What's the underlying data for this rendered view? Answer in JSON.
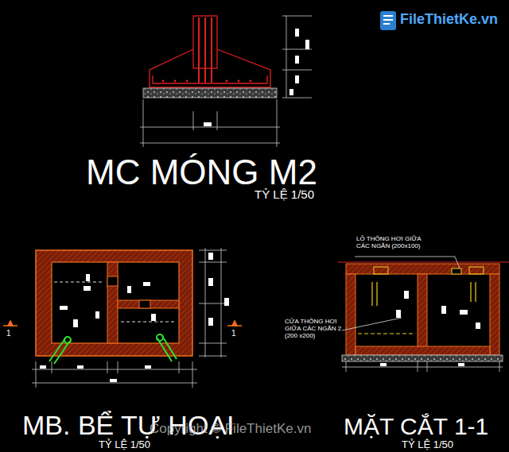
{
  "diagram": {
    "labels": [
      "FileThietKe.vn",
      "MC MÓNG M2",
      "TỶ LỆ 1/50",
      "LỖ THÔNG HƠI GIỮA CÁC NGĂN (200x100)",
      "1",
      "1",
      "CỬA THÔNG HƠI GIỮA CÁC NGĂN 2 (200 x200)",
      "MB. BỂ TỰ HOẠI",
      "MẶT CẮT 1-1",
      "Copyright © FileThietKe.vn",
      "TỶ LỆ 1/50",
      "TỶ LỆ 1/50"
    ]
  }
}
